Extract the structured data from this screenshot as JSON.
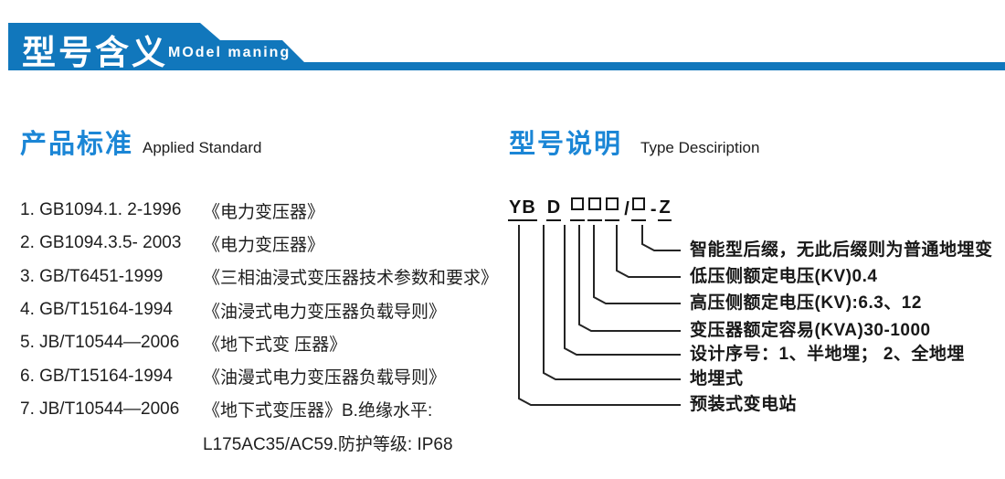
{
  "colors": {
    "banner_blue": "#1177bc",
    "heading_blue": "#1b86d6",
    "text_dark": "#1e1e1e",
    "line_black": "#242424"
  },
  "header": {
    "title": "型号含义",
    "subtitle": "MOdel maning"
  },
  "standards": {
    "heading_cn": "产品标准",
    "heading_en": "Applied Standard",
    "items": [
      {
        "code": "1. GB1094.1. 2-1996",
        "title": "《电力变压器》"
      },
      {
        "code": "2. GB1094.3.5- 2003",
        "title": "《电力变压器》"
      },
      {
        "code": "3. GB/T6451-1999",
        "title": "《三相油浸式变压器技术参数和要求》"
      },
      {
        "code": "4. GB/T15164-1994",
        "title": "《油浸式电力变压器负载导则》"
      },
      {
        "code": "5. JB/T10544—2006",
        "title": "《地下式变 压器》"
      },
      {
        "code": "6. GB/T15164-1994",
        "title": "《油漫式电力变压器负载导则》"
      },
      {
        "code": "7. JB/T10544—2006",
        "title": "《地下式变压器》B.绝缘水平:"
      },
      {
        "code": "",
        "title": "L175AC35/AC59.防护等级: IP68"
      }
    ]
  },
  "model": {
    "heading_cn": "型号说明",
    "heading_en": "Type Desciription",
    "code": {
      "yb": "YB",
      "d": "D",
      "slash": "/",
      "dash": "-",
      "z": "Z"
    },
    "labels": [
      "智能型后缀，无此后缀则为普通地埋变",
      "低压侧额定电压(KV)0.4",
      "高压侧额定电压(KV):6.3、12",
      "变压器额定容易(KVA)30-1000",
      "设计序号：1、半地埋； 2、全地埋",
      "地埋式",
      "预装式变电站"
    ]
  }
}
